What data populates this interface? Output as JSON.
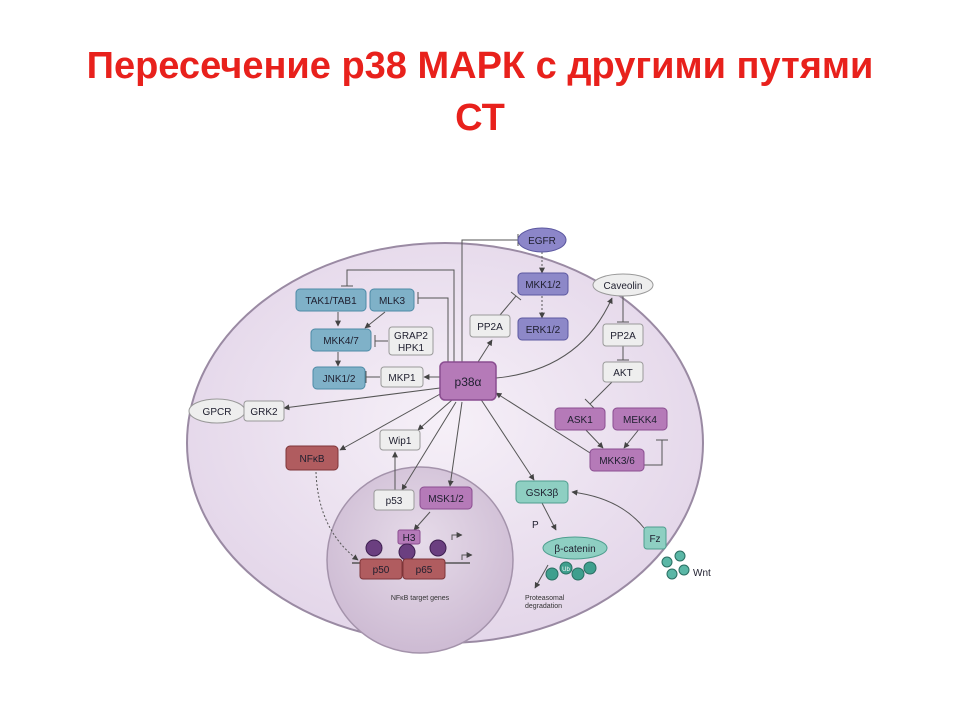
{
  "slide": {
    "title_line1": "Пересечение р38 МАРК с другими путями",
    "title_line2": "СТ"
  },
  "diagram": {
    "nodes": {
      "egfr": "EGFR",
      "mkk12": "MKK1/2",
      "erk12": "ERK1/2",
      "pp2a_top": "PP2A",
      "caveolin": "Caveolin",
      "pp2a_right": "PP2A",
      "akt": "AKT",
      "tak1": "TAK1/TAB1",
      "mlk3": "MLK3",
      "mkk47": "MKK4/7",
      "grap2": "GRAP2",
      "hpk1": "HPK1",
      "jnk12": "JNK1/2",
      "mkp1": "MKP1",
      "p38": "p38α",
      "gpcr": "GPCR",
      "grk2": "GRK2",
      "nfkb": "NFκB",
      "wip1": "Wip1",
      "ask1": "ASK1",
      "mekk4": "MEKK4",
      "mkk36": "MKK3/6",
      "p53": "p53",
      "msk12": "MSK1/2",
      "gsk3b": "GSK3β",
      "h3": "H3",
      "p50": "p50",
      "p65": "p65",
      "beta_catenin": "β-catenin",
      "fz": "Fz",
      "wnt": "Wnt",
      "p_label": "P",
      "ub": "Ub"
    },
    "labels": {
      "target_genes": "NFκB target genes",
      "degradation_1": "Proteasomal",
      "degradation_2": "degradation"
    }
  }
}
